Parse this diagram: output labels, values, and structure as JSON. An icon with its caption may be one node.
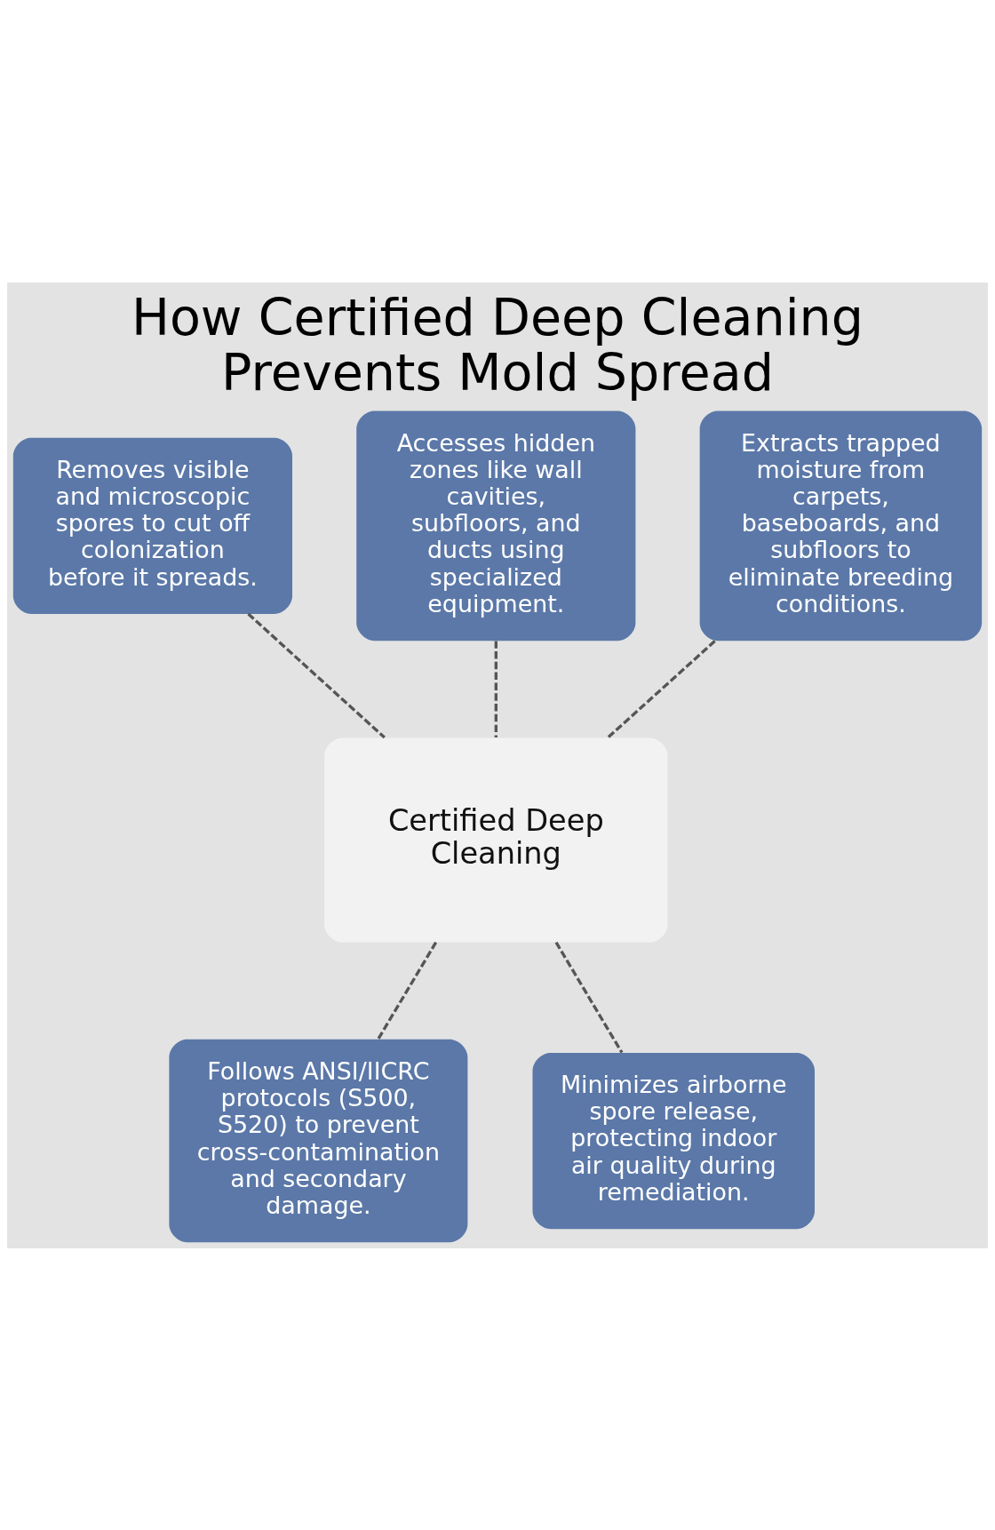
{
  "diagram": {
    "title": "How Certified Deep Cleaning Prevents Mold Spread",
    "nodes": [
      {
        "text": [
          "Removes visible and microscopic spores to cut off colonization before it spreads."
        ]
      },
      {
        "text": [
          "Accesses hidden zones like wall cavities, subfloors, and ducts using specialized equipment."
        ]
      },
      {
        "text": [
          "Extracts trapped moisture from carpets, baseboards, and subfloors to eliminate breeding conditions."
        ]
      },
      {
        "text": [
          "Certified Deep Cleaning"
        ]
      },
      {
        "text": [
          "Follows ANSI/IICRC protocols (S500, S520) to prevent cross-contamination and secondary damage."
        ]
      },
      {
        "text": [
          "Minimizes airborne spore release, protecting indoor air quality during remediation."
        ]
      }
    ],
    "edges": [
      {
        "from": 0,
        "to": 3,
        "arrow": "none",
        "style": "dashed"
      },
      {
        "from": 1,
        "to": 3,
        "arrow": "none",
        "style": "dashed"
      },
      {
        "from": 2,
        "to": 3,
        "arrow": "none",
        "style": "dashed"
      },
      {
        "from": 3,
        "to": 4,
        "arrow": "none",
        "style": "dashed"
      },
      {
        "from": 3,
        "to": 5,
        "arrow": "none",
        "style": "dashed"
      }
    ]
  }
}
